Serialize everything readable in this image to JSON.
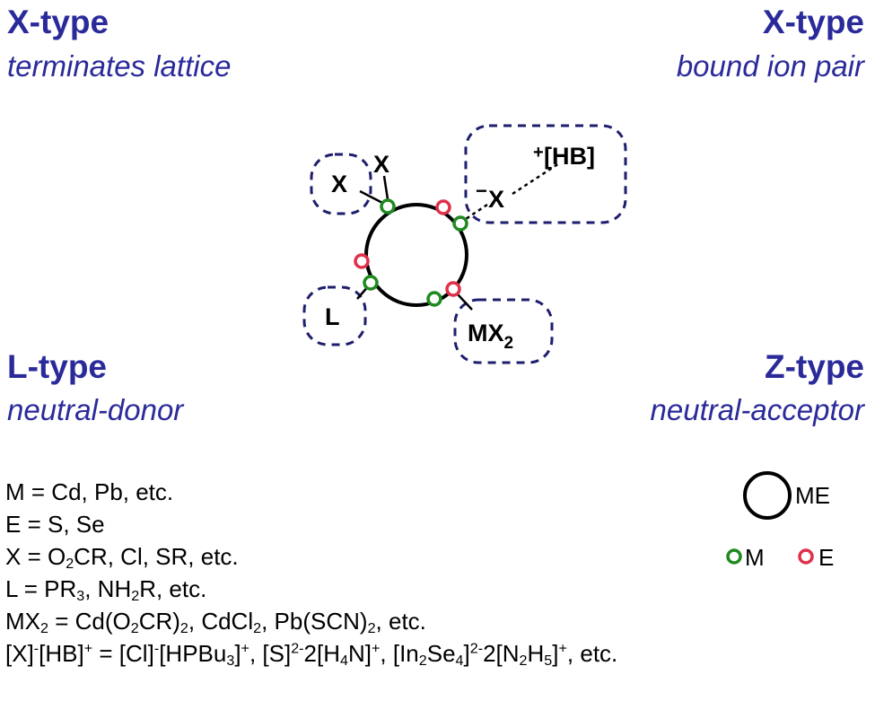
{
  "corners": {
    "top_left": {
      "title": "X-type",
      "subtitle": "terminates lattice"
    },
    "top_right": {
      "title": "X-type",
      "subtitle": "bound ion pair"
    },
    "bottom_left": {
      "title": "L-type",
      "subtitle": "neutral-donor"
    },
    "bottom_right": {
      "title": "Z-type",
      "subtitle": "neutral-acceptor"
    }
  },
  "diagram": {
    "label_x_boxed": "X",
    "label_x_bare": "X",
    "label_x_ion": "X",
    "label_x_ion_charge": "−",
    "label_hb": "[HB]",
    "label_hb_charge": "+",
    "label_l": "L",
    "label_mx2_main": "MX",
    "label_mx2_sub": "2"
  },
  "key": {
    "particle": "ME",
    "metal": "M",
    "chalcogen": "E"
  },
  "colors": {
    "heading": "#2a2a9a",
    "metal_site": "#1f8a1f",
    "chalcogen_site": "#e0304a",
    "dashed_box": "#1e1e6e"
  },
  "definitions": {
    "m": {
      "text": "M = Cd, Pb, etc."
    },
    "e": {
      "text": "E = S, Se"
    },
    "x": {
      "a": "X = O",
      "a_sub": "2",
      "b": "CR, Cl, SR, etc."
    },
    "l": {
      "a": "L = PR",
      "a_sub": "3",
      "b": ", NH",
      "b_sub": "2",
      "c": "R, etc."
    },
    "mx2": {
      "a": "MX",
      "a_sub": "2",
      "b": " = Cd(O",
      "b_sub": "2",
      "c": "CR)",
      "c_sub": "2",
      "d": ", CdCl",
      "d_sub": "2",
      "e": ", Pb(SCN)",
      "e_sub": "2",
      "f": ", etc."
    },
    "ion": {
      "p1": "[X]",
      "p1_sup": "-",
      "p2": "[HB]",
      "p2_sup": "+",
      "p3": " = [Cl]",
      "p3_sup": "-",
      "p4": "[HPBu",
      "p4_sub": "3",
      "p5": "]",
      "p5_sup": "+",
      "p6": ", [S]",
      "p6_sup": "2-",
      "p7": "2[H",
      "p7_sub": "4",
      "p8": "N]",
      "p8_sup": "+",
      "p9": ", [In",
      "p9_sub": "2",
      "p10": "Se",
      "p10_sub": "4",
      "p11": "]",
      "p11_sup": "2-",
      "p12": "2[N",
      "p12_sub": "2",
      "p13": "H",
      "p13_sub": "5",
      "p14": "]",
      "p14_sup": "+",
      "p15": ", etc."
    }
  }
}
